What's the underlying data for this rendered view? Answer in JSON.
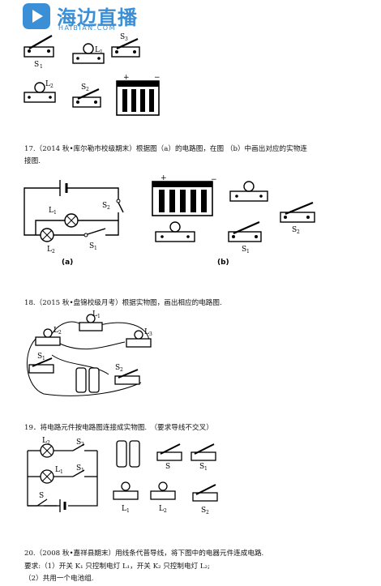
{
  "logo": {
    "name": "海边直播",
    "domain": "HAIBIAN.COM"
  },
  "figure_top": {
    "labels": [
      "S",
      "3",
      "L",
      "1",
      "S",
      "1",
      "L",
      "2",
      "S",
      "2",
      "+",
      "−"
    ]
  },
  "q17": {
    "line1": "17.（2014 秋•库尔勒市校级期末）根据图（a）的电路图，在图 （b）中画出对应的实物连",
    "line2": "接图.",
    "fig_a": {
      "labels": [
        "L",
        "1",
        "S",
        "2",
        "L",
        "2",
        "S",
        "1"
      ],
      "caption": "(a)"
    },
    "fig_b": {
      "labels": [
        "+",
        "−",
        "S",
        "1",
        "S",
        "2"
      ],
      "caption": "(b)"
    }
  },
  "q18": {
    "line1": "18.（2015 秋•盘锦校级月考）根据实物图，画出相应的电路图.",
    "labels": [
      "L",
      "1",
      "L",
      "2",
      "L",
      "3",
      "S",
      "1",
      "S",
      "2"
    ]
  },
  "q19": {
    "line1": "19．将电路元件按电路图连接成实物图.　（要求导线不交叉）",
    "circuit_labels": [
      "L",
      "2",
      "S",
      "2",
      "L",
      "1",
      "S",
      "1",
      "S"
    ],
    "component_labels": [
      "S",
      "S",
      "1",
      "L",
      "1",
      "L",
      "2",
      "S",
      "2"
    ]
  },
  "q20": {
    "line1": "20.（2008 秋•嘉祥县期末）用线条代普导线，将下图中的电器元件连成电路.",
    "line2": "要求:（1）开关 K₁ 只控制电灯 L₁，开关 K₂ 只控制电灯 L₂;",
    "line3": "（2）共用一个电池组."
  }
}
